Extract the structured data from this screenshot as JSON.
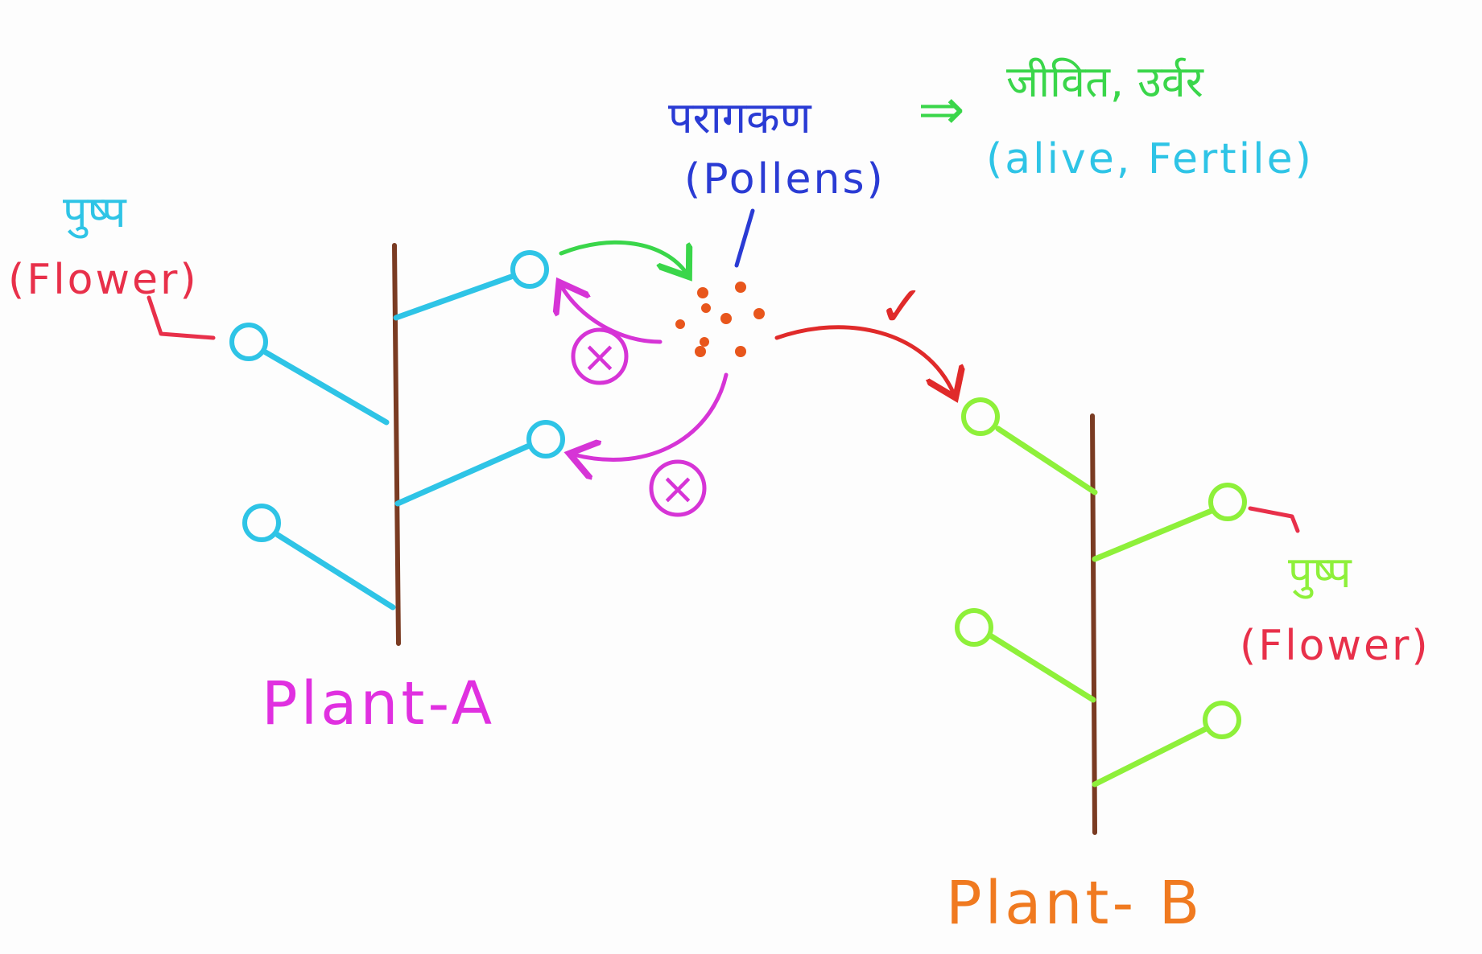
{
  "labels": {
    "plant_a_flower_hindi": "पुष्प",
    "plant_a_flower_english": "(Flower)",
    "plant_b_flower_hindi": "पुष्प",
    "plant_b_flower_english": "(Flower)",
    "pollen_hindi": "परागकण",
    "pollen_english": "(Pollens)",
    "arrow_symbol": "⇒",
    "pollen_quality_hindi": "जीवित, उर्वर",
    "pollen_quality_english": "(alive, Fertile)",
    "self_pollination_mark_1": "×",
    "self_pollination_mark_2": "×",
    "cross_pollination_mark": "✓",
    "plant_a": "Plant-A",
    "plant_b": "Plant- B"
  },
  "colors": {
    "stem": "#7a3b22",
    "plant_a_branch": "#2ec4e6",
    "plant_b_branch": "#8ef03a",
    "pollen": "#e8561c",
    "pollen_label": "#2a3bd4",
    "quality_arrow": "#3ad64a",
    "quality_text": "#2ec4e6",
    "flower_label_red": "#e8304a",
    "hindi_flower_a": "#2ec4e6",
    "hindi_flower_b": "#8ef03a",
    "self_arrow": "#d634d6",
    "cross_arrow": "#e02a2a",
    "plant_a_label": "#e030e0",
    "plant_b_label": "#f07a20"
  }
}
